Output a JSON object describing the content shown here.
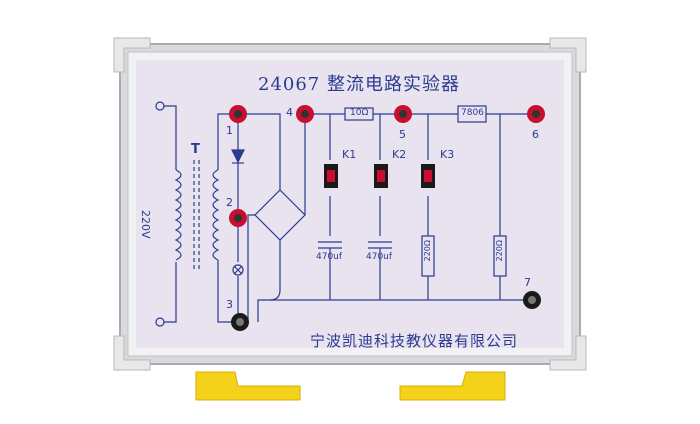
{
  "board": {
    "title": "24067  整流电路实验器",
    "manufacturer": "宁波凯迪科技教仪器有限公司",
    "transformer_label": "T",
    "voltage_label": "220V"
  },
  "terminals": {
    "t1": "1",
    "t2": "2",
    "t3": "3",
    "t4": "4",
    "t5": "5",
    "t6": "6",
    "t7": "7"
  },
  "components": {
    "resistor_series": "10Ω",
    "regulator": "7806",
    "cap1": "470uf",
    "cap2": "470uf",
    "load1": "220Ω",
    "load2": "220Ω"
  },
  "switches": {
    "k1": "K1",
    "k2": "K2",
    "k3": "K3"
  },
  "colors": {
    "panel": "#e9e3f0",
    "print": "#2a3b8f",
    "frame": "#d8dadd",
    "corner": "#e8e8e8",
    "terminal": "#c8102e",
    "switch": "#1a1a1a",
    "stand": "#f5d21a"
  }
}
